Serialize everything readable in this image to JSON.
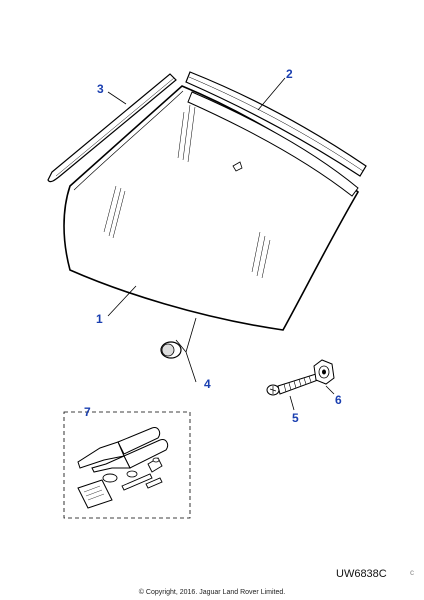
{
  "diagram": {
    "callouts": [
      {
        "id": "1",
        "label": "1"
      },
      {
        "id": "2",
        "label": "2"
      },
      {
        "id": "3",
        "label": "3"
      },
      {
        "id": "4",
        "label": "4"
      },
      {
        "id": "5",
        "label": "5"
      },
      {
        "id": "6",
        "label": "6"
      },
      {
        "id": "7",
        "label": "7"
      }
    ],
    "reference_code": "UW6838C",
    "copyright": "© Copyright, 2016. Jaguar Land Rover Limited.",
    "edge_mark": "c",
    "colors": {
      "callout": "#1a3fb0",
      "line": "#000000",
      "glass": "#ffffff"
    }
  }
}
